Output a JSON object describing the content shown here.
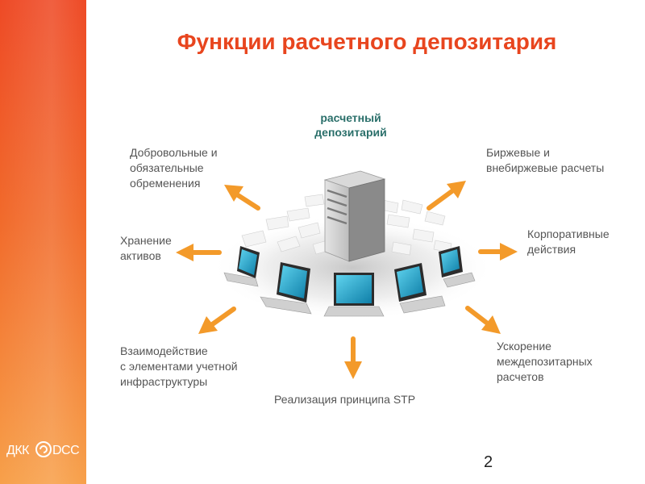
{
  "slide": {
    "title": "Функции расчетного депозитария",
    "center_label": "расчетный\nдепозитарий",
    "page_number": "2"
  },
  "functions": [
    {
      "id": "encumbrances",
      "text": "Добровольные и\nобязательные\nобременения"
    },
    {
      "id": "exchange",
      "text": "Биржевые и\nвнебиржевые расчеты"
    },
    {
      "id": "storage",
      "text": "Хранение\nактивов"
    },
    {
      "id": "corporate",
      "text": "Корпоративные\nдействия"
    },
    {
      "id": "interaction",
      "text": "Взаимодействие\nс элементами учетной\nинфраструктуры"
    },
    {
      "id": "acceleration",
      "text": "Ускорение\nмеждепозитарных\nрасчетов"
    },
    {
      "id": "stp",
      "text": "Реализация принципа STP"
    }
  ],
  "logo": {
    "text": "ДКК DCC"
  },
  "colors": {
    "accent": "#e8451e",
    "arrow": "#f39a2a",
    "center_label": "#2a6f6a",
    "screen": "#1aa3c8"
  }
}
